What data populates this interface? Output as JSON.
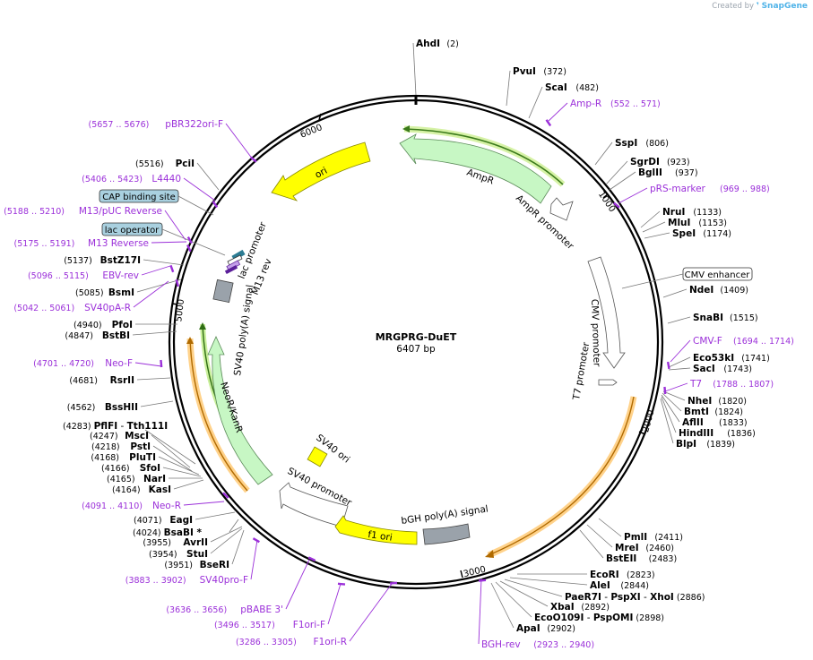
{
  "watermark": {
    "prefix": "Created by",
    "brand": "SnapGene"
  },
  "plasmid": {
    "name": "MRGPRG-DuET",
    "length_label": "6407 bp"
  },
  "ring_ticks": [
    "1000",
    "2000",
    "3000",
    "5000",
    "6000"
  ],
  "features": [
    {
      "name": "AmpR",
      "type": "cds"
    },
    {
      "name": "AmpR promoter",
      "type": "promoter"
    },
    {
      "name": "ori",
      "type": "rep_origin"
    },
    {
      "name": "lac promoter",
      "type": "promoter"
    },
    {
      "name": "M13 rev",
      "type": "primer_bind"
    },
    {
      "name": "SV40 poly(A) signal",
      "type": "terminator"
    },
    {
      "name": "NeoR/KanR",
      "type": "cds"
    },
    {
      "name": "SV40 ori",
      "type": "rep_origin"
    },
    {
      "name": "SV40 promoter",
      "type": "promoter"
    },
    {
      "name": "f1 ori",
      "type": "rep_origin"
    },
    {
      "name": "bGH poly(A) signal",
      "type": "terminator"
    },
    {
      "name": "CMV promoter",
      "type": "promoter"
    },
    {
      "name": "T7 promoter",
      "type": "promoter"
    }
  ],
  "boxed_labels": [
    {
      "name": "CAP binding site",
      "color": "#a9d0df"
    },
    {
      "name": "lac operator",
      "color": "#a9d0df"
    },
    {
      "name": "CMV enhancer",
      "color": "#ffffff"
    }
  ],
  "enzymes": [
    {
      "name": "AhdI",
      "pos": "(2)"
    },
    {
      "name": "PvuI",
      "pos": "(372)"
    },
    {
      "name": "ScaI",
      "pos": "(482)"
    },
    {
      "name": "SspI",
      "pos": "(806)"
    },
    {
      "name": "SgrDI",
      "pos": "(923)"
    },
    {
      "name": "BglII",
      "pos": "(937)"
    },
    {
      "name": "NruI",
      "pos": "(1133)"
    },
    {
      "name": "MluI",
      "pos": "(1153)"
    },
    {
      "name": "SpeI",
      "pos": "(1174)"
    },
    {
      "name": "NdeI",
      "pos": "(1409)"
    },
    {
      "name": "SnaBI",
      "pos": "(1515)"
    },
    {
      "name": "Eco53kI",
      "pos": "(1741)"
    },
    {
      "name": "SacI",
      "pos": "(1743)"
    },
    {
      "name": "NheI",
      "pos": "(1820)"
    },
    {
      "name": "BmtI",
      "pos": "(1824)"
    },
    {
      "name": "AflII",
      "pos": "(1833)"
    },
    {
      "name": "HindIII",
      "pos": "(1836)"
    },
    {
      "name": "BlpI",
      "pos": "(1839)"
    },
    {
      "name": "PmlI",
      "pos": "(2411)"
    },
    {
      "name": "MreI",
      "pos": "(2460)"
    },
    {
      "name": "BstEII",
      "pos": "(2483)"
    },
    {
      "name": "EcoRI",
      "pos": "(2823)"
    },
    {
      "name": "AleI",
      "pos": "(2844)"
    },
    {
      "name": "XbaI",
      "pos": "(2892)"
    },
    {
      "name": "ApaI",
      "pos": "(2902)"
    },
    {
      "name": "PciI",
      "pos": "(5516)"
    },
    {
      "name": "BstZ17I",
      "pos": "(5137)"
    },
    {
      "name": "BsmI",
      "pos": "(5085)"
    },
    {
      "name": "PfoI",
      "pos": "(4940)"
    },
    {
      "name": "BstBI",
      "pos": "(4847)"
    },
    {
      "name": "RsrII",
      "pos": "(4681)"
    },
    {
      "name": "BssHII",
      "pos": "(4562)"
    },
    {
      "name": "MscI",
      "pos": "(4247)"
    },
    {
      "name": "PstI",
      "pos": "(4218)"
    },
    {
      "name": "PluTI",
      "pos": "(4168)"
    },
    {
      "name": "SfoI",
      "pos": "(4166)"
    },
    {
      "name": "NarI",
      "pos": "(4165)"
    },
    {
      "name": "KasI",
      "pos": "(4164)"
    },
    {
      "name": "EagI",
      "pos": "(4071)"
    },
    {
      "name": "AvrII",
      "pos": "(3955)"
    },
    {
      "name": "StuI",
      "pos": "(3954)"
    },
    {
      "name": "BseRI",
      "pos": "(3951)"
    }
  ],
  "multi_enzymes": [
    {
      "pos": "(4283)",
      "a": "PflFI",
      "sep": "-",
      "b": "Tth111I"
    },
    {
      "pos": "(2886)",
      "a": "PaeR7I",
      "sep": "-",
      "b": "PspXI",
      "sep2": "-",
      "c": "XhoI"
    },
    {
      "pos": "(2898)",
      "a": "EcoO109I",
      "sep": "-",
      "b": "PspOMI"
    },
    {
      "pos": "(4024)",
      "a": "BsaBI",
      "star": "*"
    }
  ],
  "primers": [
    {
      "name": "Amp-R",
      "range": "(552 .. 571)"
    },
    {
      "name": "pRS-marker",
      "range": "(969 .. 988)"
    },
    {
      "name": "CMV-F",
      "range": "(1694 .. 1714)"
    },
    {
      "name": "T7",
      "range": "(1788 .. 1807)"
    },
    {
      "name": "BGH-rev",
      "range": "(2923 .. 2940)"
    },
    {
      "name": "F1ori-R",
      "range": "(3286 .. 3305)"
    },
    {
      "name": "F1ori-F",
      "range": "(3496 .. 3517)"
    },
    {
      "name": "pBABE 3'",
      "range": "(3636 .. 3656)"
    },
    {
      "name": "SV40pro-F",
      "range": "(3883 .. 3902)"
    },
    {
      "name": "Neo-R",
      "range": "(4091 .. 4110)"
    },
    {
      "name": "Neo-F",
      "range": "(4701 .. 4720)"
    },
    {
      "name": "SV40pA-R",
      "range": "(5042 .. 5061)"
    },
    {
      "name": "EBV-rev",
      "range": "(5096 .. 5115)"
    },
    {
      "name": "M13 Reverse",
      "range": "(5175 .. 5191)"
    },
    {
      "name": "M13/pUC Reverse",
      "range": "(5188 .. 5210)"
    },
    {
      "name": "L4440",
      "range": "(5406 .. 5423)"
    },
    {
      "name": "pBR322ori-F",
      "range": "(5657 .. 5676)"
    }
  ],
  "colors": {
    "primer": "#9b30d9",
    "backbone": "#000000",
    "enzyme_line": "#777777"
  }
}
